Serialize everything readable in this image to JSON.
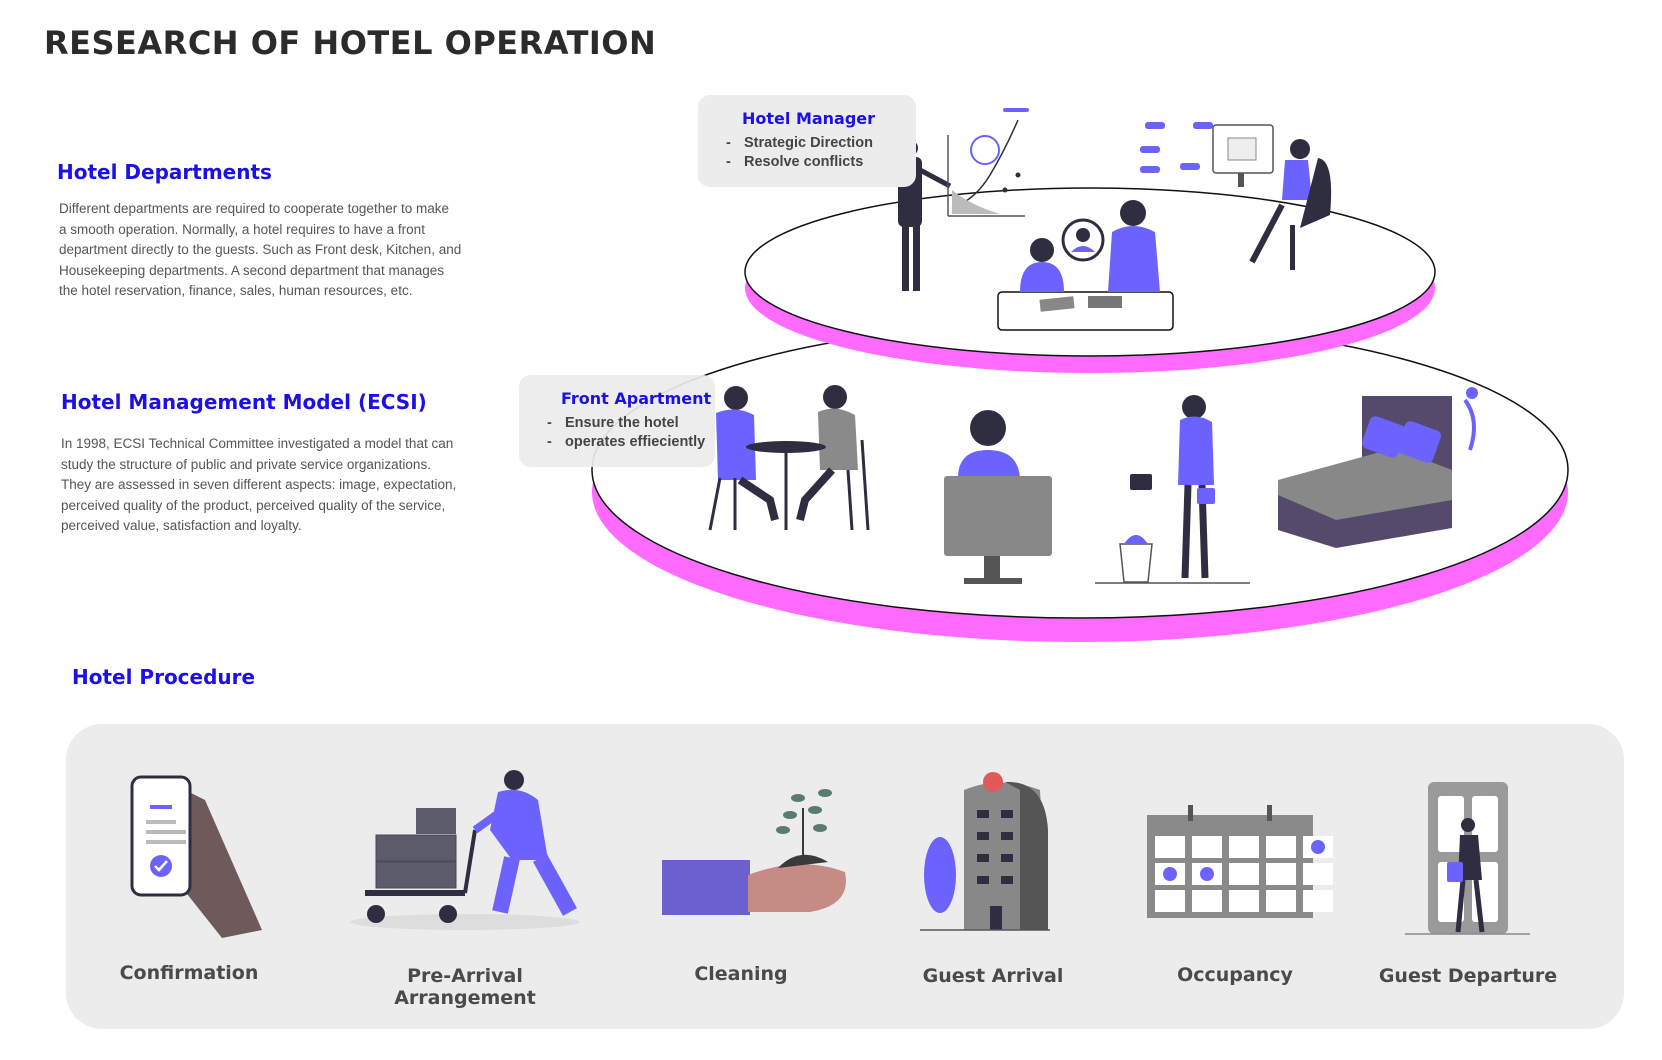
{
  "title": "RESEARCH OF HOTEL OPERATION",
  "departments": {
    "heading": "Hotel Departments",
    "lines": [
      "Different departments are required to cooperate together to make",
      "a smooth operation. Normally, a hotel requires to have a front",
      "department directly to the guests. Such as Front desk, Kitchen, and",
      "Housekeeping departments. A second department that manages",
      "the hotel reservation, finance, sales, human resources, etc."
    ]
  },
  "model": {
    "heading": "Hotel Management Model (ECSI)",
    "lines": [
      "In 1998, ECSI Technical Committee investigated a model that can",
      "study the structure of public and private service organizations.",
      "They are assessed in seven different aspects: image, expectation,",
      "perceived quality of the product, perceived quality of the service,",
      "perceived value, satisfaction and loyalty."
    ]
  },
  "manager": {
    "title": "Hotel Manager",
    "items": [
      "Strategic Direction",
      "Resolve conflicts"
    ]
  },
  "front": {
    "title": "Front Apartment",
    "items": [
      "Ensure the hotel",
      "operates effieciently"
    ]
  },
  "procedure": {
    "heading": "Hotel Procedure",
    "steps": [
      {
        "label": "Confirmation",
        "icon": "phone-check-icon"
      },
      {
        "label": "Pre-Arrival Arrangement",
        "icon": "luggage-cart-icon"
      },
      {
        "label": "Cleaning",
        "icon": "cleaning-hand-icon"
      },
      {
        "label": "Guest Arrival",
        "icon": "hotel-building-icon"
      },
      {
        "label": "Occupancy",
        "icon": "calendar-icon"
      },
      {
        "label": "Guest Departure",
        "icon": "door-departure-icon"
      }
    ]
  },
  "colors": {
    "heading_blue": "#1d10e6",
    "accent_purple": "#6c63ff",
    "platform_magenta": "#ff6bff",
    "panel_gray": "#ececec",
    "dark_figure": "#2f2e41"
  }
}
